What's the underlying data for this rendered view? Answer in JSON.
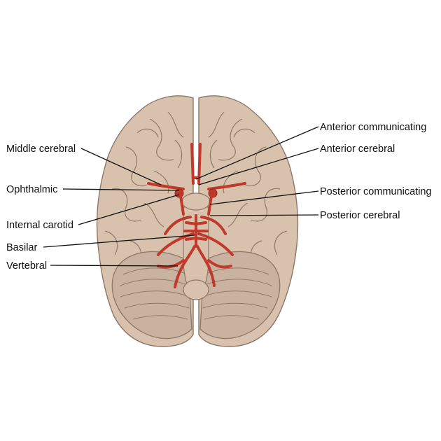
{
  "colors": {
    "brain_fill": "#d9c2ad",
    "brain_stroke": "#8c7767",
    "sulcus": "#8f7a69",
    "cerebellum": "#c9b3a0",
    "artery": "#c0392b",
    "label_text": "#111111"
  },
  "labels": {
    "middle_cerebral": "Middle cerebral",
    "ophthalmic": "Ophthalmic",
    "internal_carotid": "Internal carotid",
    "basilar": "Basilar",
    "vertebral": "Vertebral",
    "anterior_communicating": "Anterior communicating",
    "anterior_cerebral": "Anterior cerebral",
    "posterior_communicating": "Posterior communicating",
    "posterior_cerebral": "Posterior cerebral"
  }
}
